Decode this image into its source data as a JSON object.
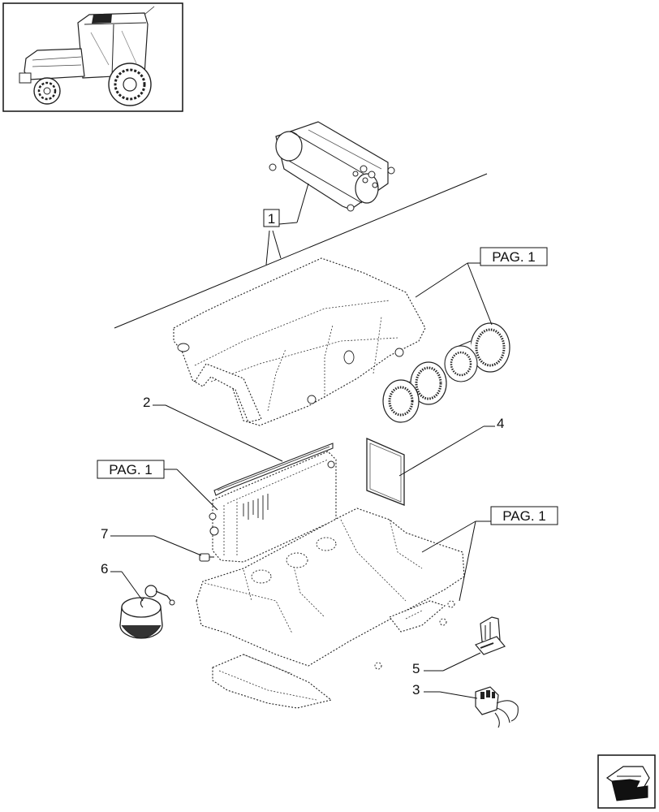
{
  "callouts": {
    "c1": "1",
    "c2": "2",
    "c3": "3",
    "c4": "4",
    "c5": "5",
    "c6": "6",
    "c7": "7"
  },
  "page_refs": {
    "blower": "PAG. 1",
    "heater_core": "PAG. 1",
    "lower_housing": "PAG. 1"
  },
  "icons": {
    "thumbnail": "tractor-thumbnail-icon",
    "navigation": "next-page-arrow-icon"
  }
}
